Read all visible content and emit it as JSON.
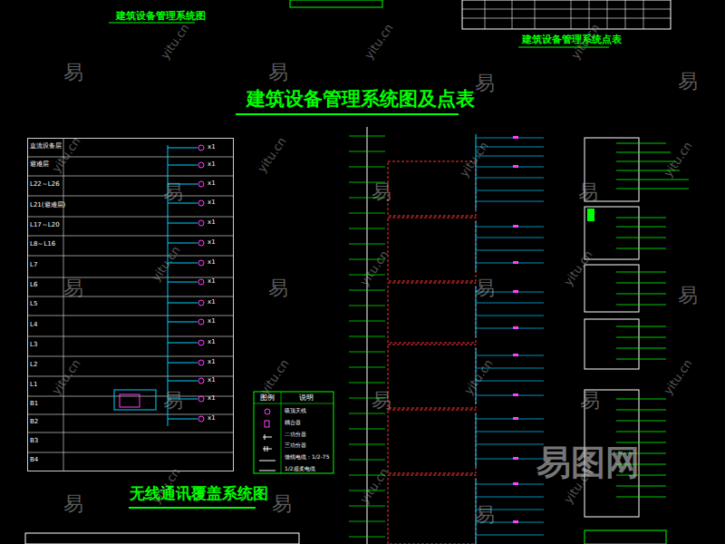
{
  "diagram": {
    "title": "建筑设备管理系统图及点表",
    "nodes": [
      {
        "text": [
          "无线通讯覆盖系统图"
        ]
      }
    ],
    "labels": [
      "建筑设备管理系统图",
      "建筑设备管理系统点表",
      "直流设备层",
      "避难层",
      "L22～L26",
      "L21(避难层)",
      "L17～L20",
      "L8～L16",
      "L7",
      "L6",
      "L5",
      "L4",
      "L3",
      "L2",
      "L1",
      "B1",
      "B2",
      "B3",
      "B4",
      "x1",
      "x1",
      "x1",
      "x1",
      "x1",
      "x1",
      "x1",
      "x1",
      "x1",
      "x1",
      "x1",
      "x1",
      "x1",
      "x1",
      "x1",
      "图例",
      "说明",
      "易",
      "易",
      "易",
      "易",
      "易",
      "易",
      "易",
      "易",
      "易",
      "易",
      "易",
      "易",
      "易",
      "易",
      "易",
      "易",
      "易",
      "yitu.cn",
      "yitu.cn",
      "yitu.cn",
      "yitu.cn",
      "yitu.cn",
      "yitu.cn",
      "yitu.cn",
      "yitu.cn",
      "yitu.cn",
      "yitu.cn",
      "yitu.cn",
      "yitu.cn",
      "yitu.cn",
      "yitu.cn",
      "yitu.cn",
      "yitu.cn",
      "yitu.cn",
      "易图网"
    ],
    "legend": [
      {
        "text": "吸顶天线"
      },
      {
        "text": "耦合器"
      },
      {
        "text": "二功分器"
      },
      {
        "text": "三功分器"
      },
      {
        "text": "馈线电缆：1/2-75"
      },
      {
        "text": "1/2超柔电缆"
      }
    ]
  }
}
